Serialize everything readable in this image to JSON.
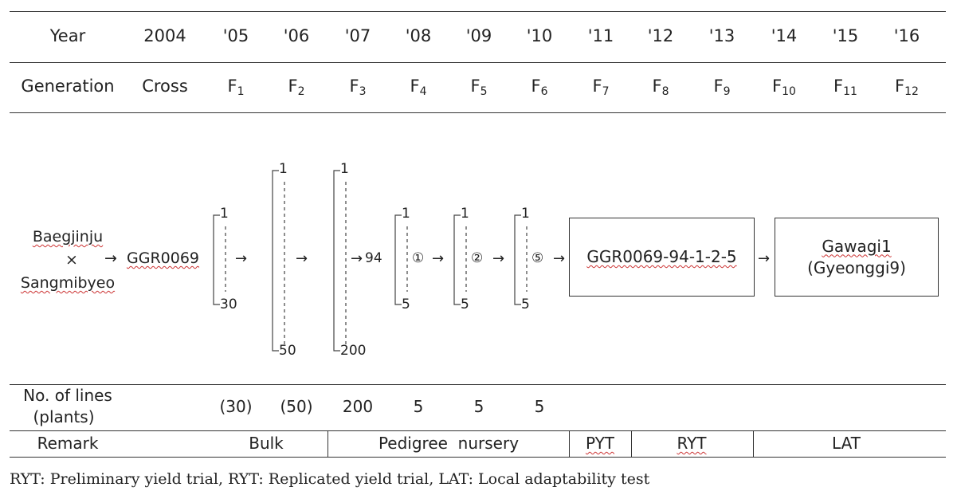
{
  "header": {
    "year_label": "Year",
    "years": [
      "2004",
      "'05",
      "'06",
      "'07",
      "'08",
      "'09",
      "'10",
      "'11",
      "'12",
      "'13",
      "'14",
      "'15",
      "'16"
    ],
    "generation_label": "Generation",
    "cross_label": "Cross",
    "generations": [
      {
        "base": "F",
        "sub": "1"
      },
      {
        "base": "F",
        "sub": "2"
      },
      {
        "base": "F",
        "sub": "3"
      },
      {
        "base": "F",
        "sub": "4"
      },
      {
        "base": "F",
        "sub": "5"
      },
      {
        "base": "F",
        "sub": "6"
      },
      {
        "base": "F",
        "sub": "7"
      },
      {
        "base": "F",
        "sub": "8"
      },
      {
        "base": "F",
        "sub": "9"
      },
      {
        "base": "F",
        "sub": "10"
      },
      {
        "base": "F",
        "sub": "11"
      },
      {
        "base": "F",
        "sub": "12"
      }
    ]
  },
  "pedigree": {
    "parent1": "Baegjinju",
    "cross_symbol": "×",
    "parent2": "Sangmibyeo",
    "cross_name": "GGR0069",
    "arrow": "→",
    "selection_f3": "94",
    "selection_f4": "①",
    "selection_f5": "②",
    "selection_f6": "⑤",
    "f1_top": "1",
    "f1_bottom": "30",
    "f2_top": "1",
    "f2_bottom": "50",
    "f3_top": "1",
    "f3_bottom": "200",
    "f4_top": "1",
    "f4_bottom": "5",
    "f5_top": "1",
    "f5_bottom": "5",
    "f6_top": "1",
    "f6_bottom": "5",
    "line_name": "GGR0069-94-1-2-5",
    "variety_name": "Gawagi1",
    "variety_alt": "(Gyeonggi9)"
  },
  "lines": {
    "label_line1": "No. of lines",
    "label_line2": "(plants)",
    "values": [
      "(30)",
      "(50)",
      "200",
      "5",
      "5",
      "5"
    ]
  },
  "remark": {
    "label": "Remark",
    "bulk": "Bulk",
    "pedigree_nursery": "Pedigree  nursery",
    "pyt": "PYT",
    "ryt": "RYT",
    "lat": "LAT"
  },
  "footnote": "RYT: Preliminary yield trial, RYT: Replicated yield trial, LAT: Local adaptability test"
}
